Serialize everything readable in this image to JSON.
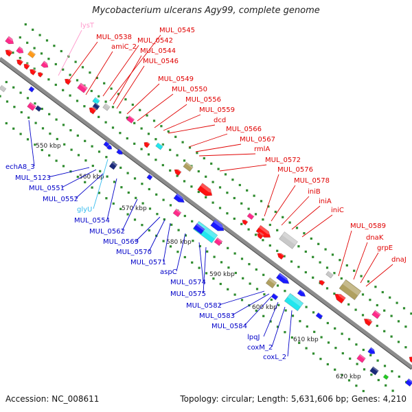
{
  "title": "Mycobacterium ulcerans Agy99, complete genome",
  "footer": {
    "accession": "Accession: NC_008611",
    "summary": "Topology: circular; Length: 5,631,606 bp; Genes: 4,210"
  },
  "colors": {
    "backbone": "#8c8c8c",
    "tick": "#2e8b2e",
    "label_red": "#e00000",
    "label_blue": "#0000c8",
    "label_pink": "#ff99cc",
    "label_cyan": "#33bbee"
  },
  "scale_labels": [
    "550 kbp",
    "560 kbp",
    "570 kbp",
    "580 kbp",
    "590 kbp",
    "600 kbp",
    "610 kbp",
    "620 kbp"
  ],
  "top_labels": [
    {
      "text": "lysT",
      "color": "pink"
    },
    {
      "text": "MUL_0538",
      "color": "red"
    },
    {
      "text": "amiC_2",
      "color": "red"
    },
    {
      "text": "MUL_0542",
      "color": "red"
    },
    {
      "text": "MUL_0545",
      "color": "red"
    },
    {
      "text": "MUL_0544",
      "color": "red"
    },
    {
      "text": "MUL_0546",
      "color": "red"
    },
    {
      "text": "MUL_0549",
      "color": "red"
    },
    {
      "text": "MUL_0550",
      "color": "red"
    },
    {
      "text": "MUL_0556",
      "color": "red"
    },
    {
      "text": "MUL_0559",
      "color": "red"
    },
    {
      "text": "dcd",
      "color": "red"
    },
    {
      "text": "MUL_0566",
      "color": "red"
    },
    {
      "text": "MUL_0567",
      "color": "red"
    },
    {
      "text": "rmlA",
      "color": "red"
    },
    {
      "text": "MUL_0572",
      "color": "red"
    },
    {
      "text": "MUL_0576",
      "color": "red"
    },
    {
      "text": "MUL_0578",
      "color": "red"
    },
    {
      "text": "iniB",
      "color": "red"
    },
    {
      "text": "iniA",
      "color": "red"
    },
    {
      "text": "iniC",
      "color": "red"
    },
    {
      "text": "MUL_0589",
      "color": "red"
    },
    {
      "text": "dnaK",
      "color": "red"
    },
    {
      "text": "grpE",
      "color": "red"
    },
    {
      "text": "dnaJ",
      "color": "red"
    }
  ],
  "bottom_labels": [
    {
      "text": "echA8_3",
      "color": "blue"
    },
    {
      "text": "MUL_5123",
      "color": "blue"
    },
    {
      "text": "MUL_0551",
      "color": "blue"
    },
    {
      "text": "MUL_0552",
      "color": "blue"
    },
    {
      "text": "glyU",
      "color": "cyan"
    },
    {
      "text": "MUL_0554",
      "color": "blue"
    },
    {
      "text": "MUL_0562",
      "color": "blue"
    },
    {
      "text": "MUL_0569",
      "color": "blue"
    },
    {
      "text": "MUL_0570",
      "color": "blue"
    },
    {
      "text": "MUL_0571",
      "color": "blue"
    },
    {
      "text": "aspC",
      "color": "blue"
    },
    {
      "text": "MUL_0574",
      "color": "blue"
    },
    {
      "text": "MUL_0575",
      "color": "blue"
    },
    {
      "text": "MUL_0582",
      "color": "blue"
    },
    {
      "text": "MUL_0583",
      "color": "blue"
    },
    {
      "text": "MUL_0584",
      "color": "blue"
    },
    {
      "text": "lpqJ",
      "color": "blue"
    },
    {
      "text": "coxM_2",
      "color": "blue"
    },
    {
      "text": "coxL_2",
      "color": "blue"
    }
  ],
  "features": [
    {
      "name": "feature-pink",
      "color": "#ff2a8a"
    },
    {
      "name": "feature-red",
      "color": "#ff1111"
    },
    {
      "name": "feature-orange",
      "color": "#ff9a1a"
    },
    {
      "name": "feature-blue",
      "color": "#1a1aff"
    },
    {
      "name": "feature-cyan",
      "color": "#22e6ee"
    },
    {
      "name": "feature-olive",
      "color": "#b0a060"
    },
    {
      "name": "feature-grey",
      "color": "#c8c8c8"
    },
    {
      "name": "feature-navy",
      "color": "#1a2a7a"
    },
    {
      "name": "feature-green",
      "color": "#22cc22"
    }
  ]
}
